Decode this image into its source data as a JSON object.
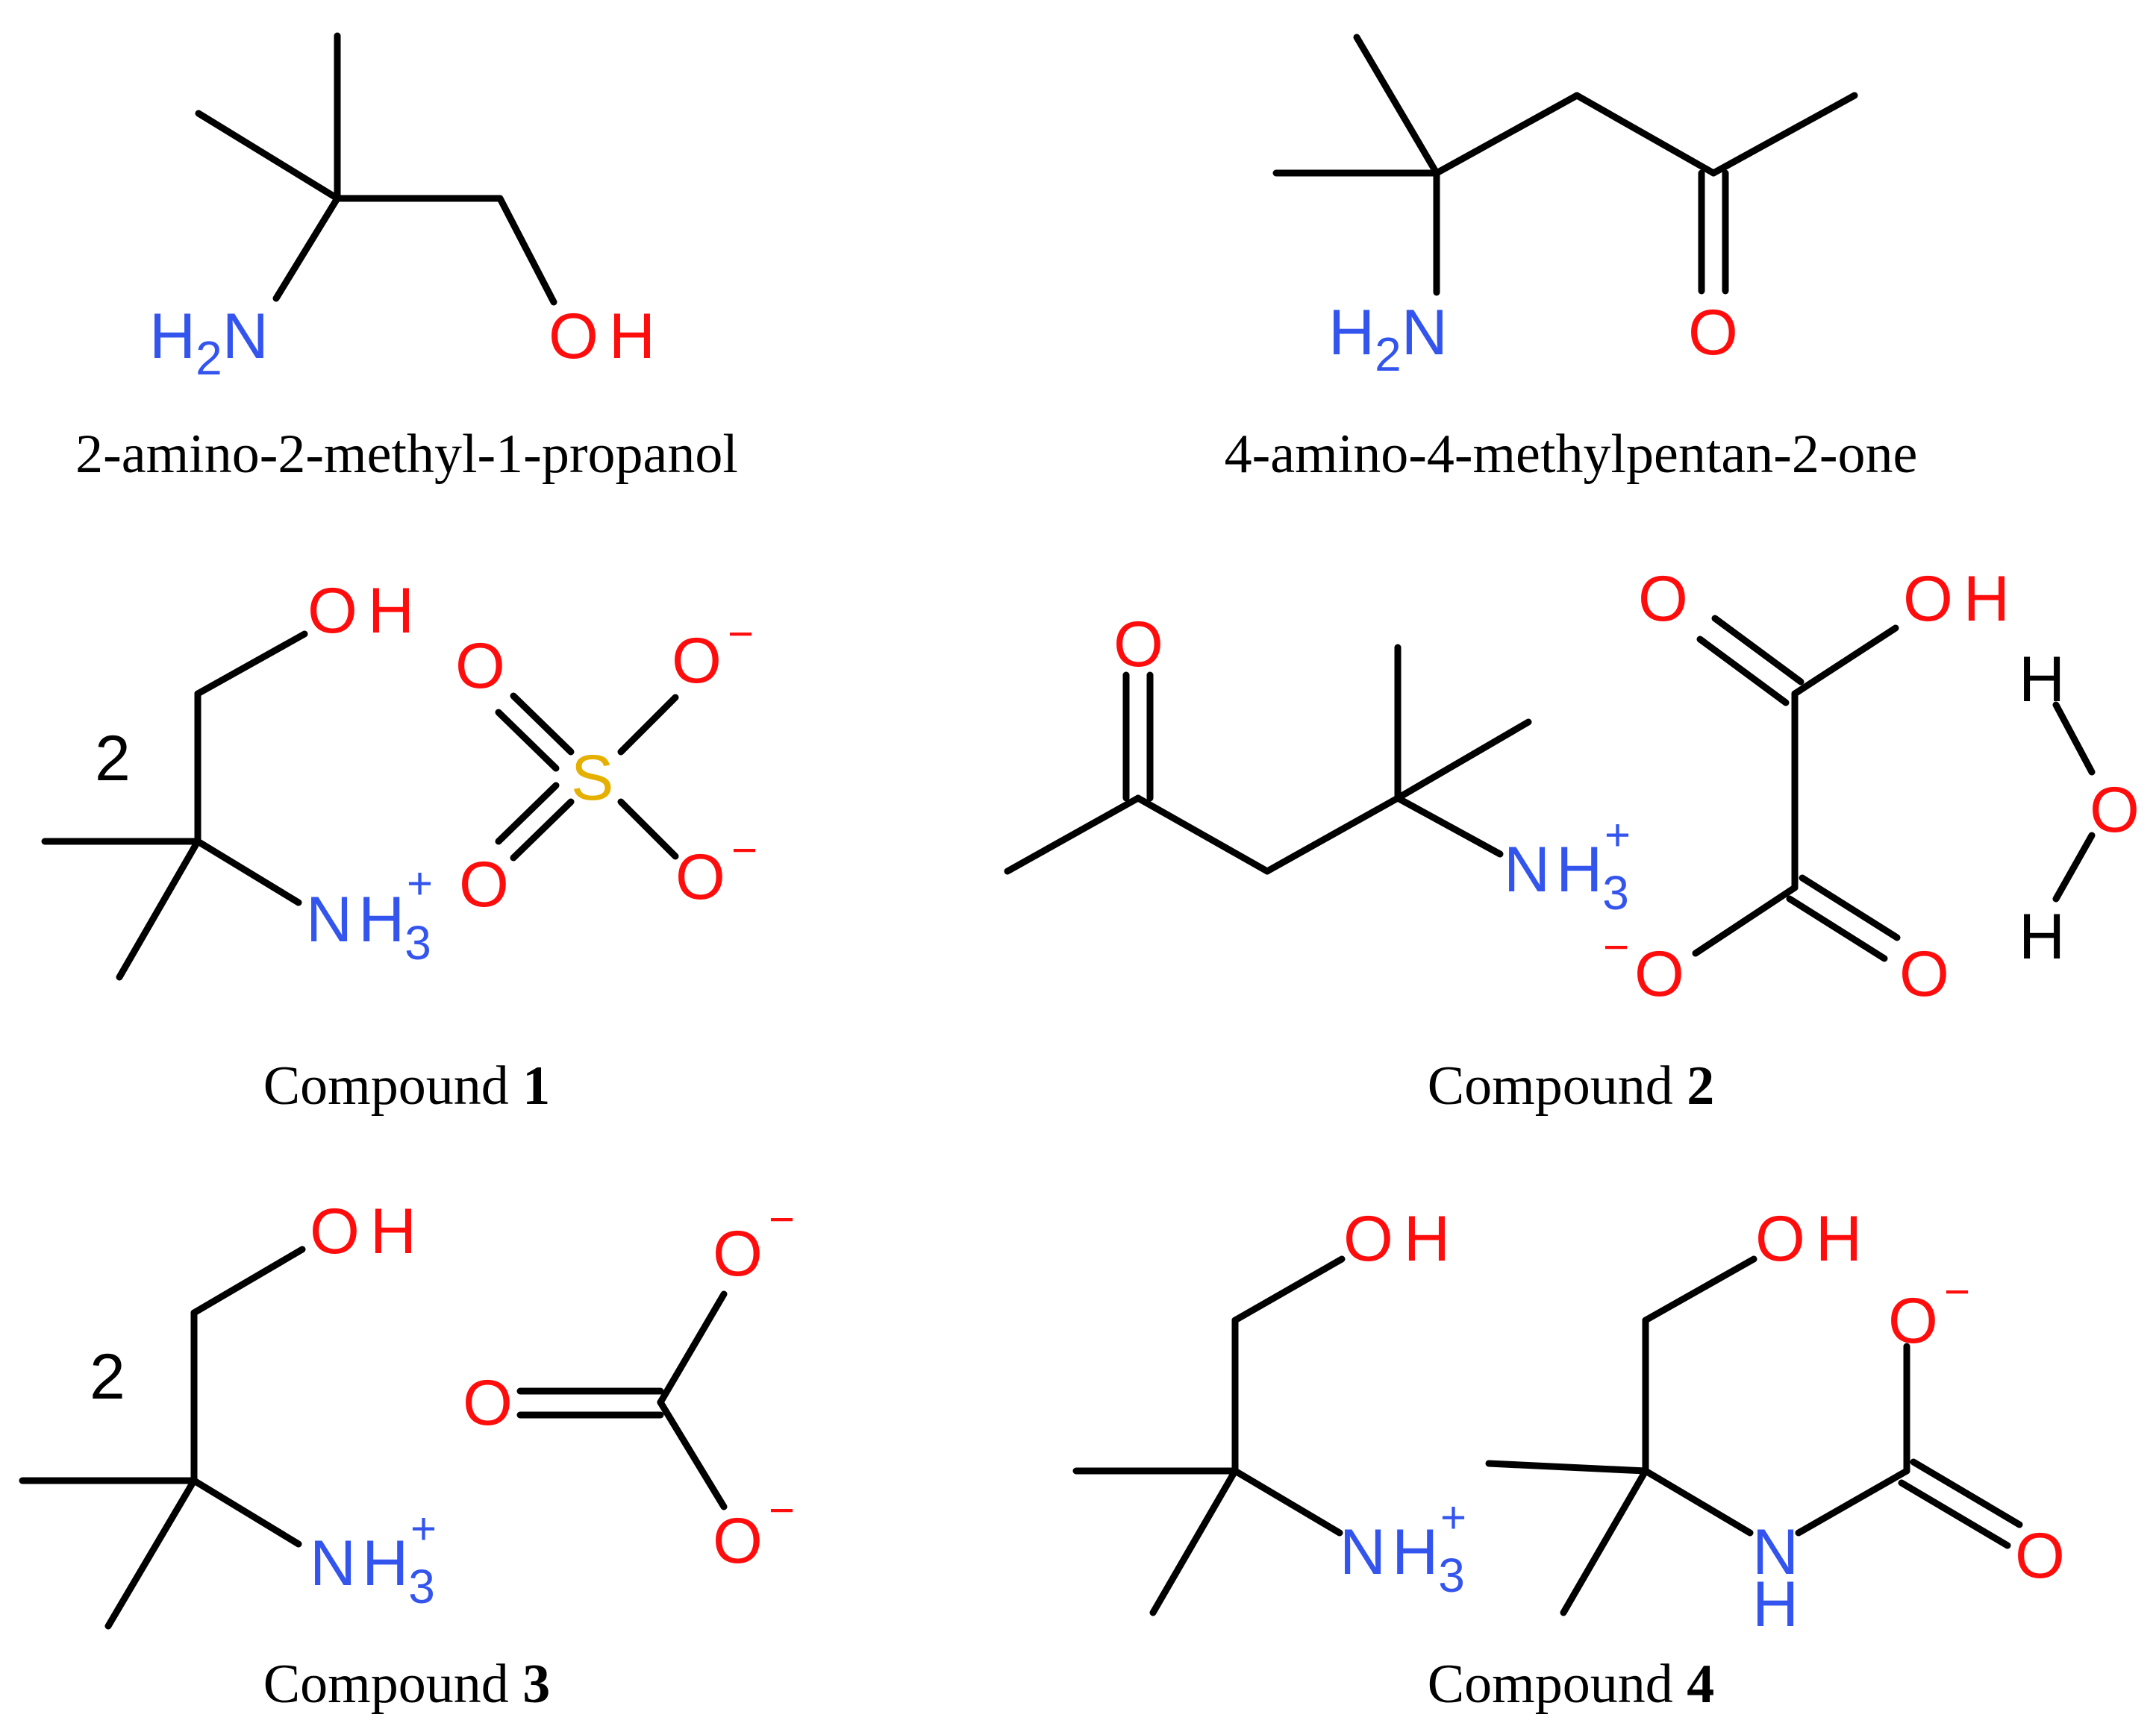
{
  "colors": {
    "nitrogen": "#3355ee",
    "oxygen": "#ff0d0d",
    "sulfur": "#e6b000",
    "carbon": "#000000"
  },
  "panels": [
    {
      "caption": "2-amino-2-methyl-1-propanol"
    },
    {
      "caption": "4-amino-4-methylpentan-2-one"
    },
    {
      "caption_prefix": "Compound ",
      "caption_number": "1",
      "stoich": "2"
    },
    {
      "caption_prefix": "Compound ",
      "caption_number": "2"
    },
    {
      "caption_prefix": "Compound ",
      "caption_number": "3",
      "stoich": "2"
    },
    {
      "caption_prefix": "Compound ",
      "caption_number": "4"
    }
  ],
  "atoms": {
    "H": "H",
    "N": "N",
    "O": "O",
    "S": "S",
    "sub_2": "2",
    "sub_3": "3",
    "plus": "+",
    "minus": "−"
  }
}
